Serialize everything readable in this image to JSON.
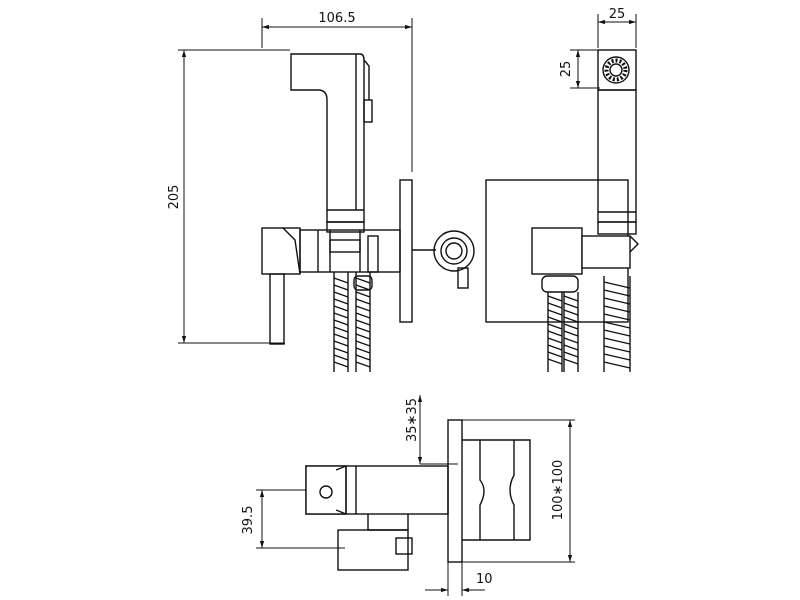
{
  "labels": {
    "width_front": "106.5",
    "height_front": "205",
    "width_side": "25",
    "height_head": "25",
    "plate_size": "35∗35",
    "wall_plate": "100∗100",
    "offset_height": "39.5",
    "plate_thickness": "10"
  }
}
